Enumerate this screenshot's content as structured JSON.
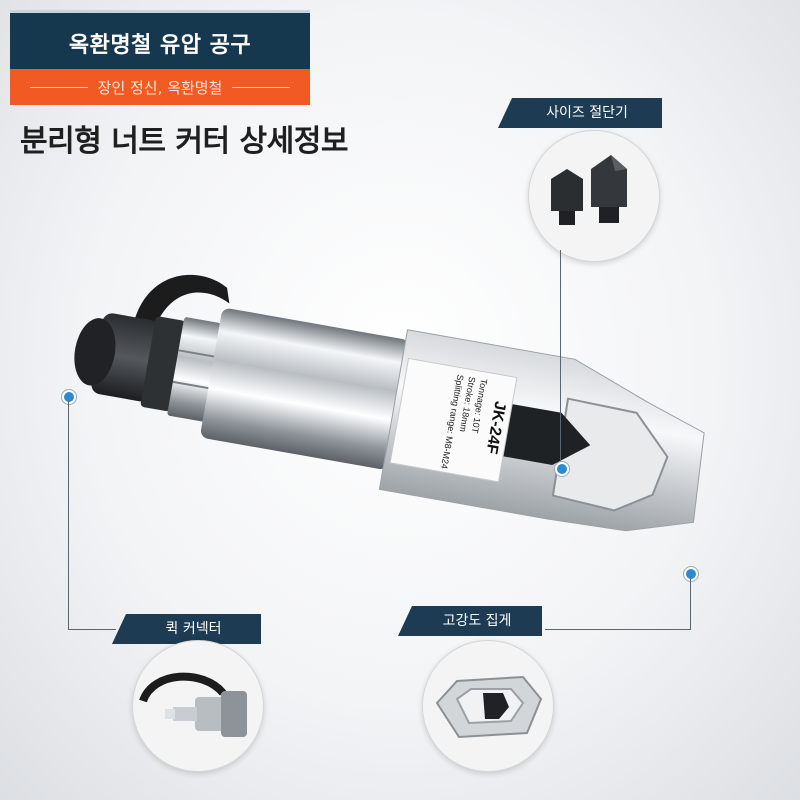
{
  "brand": {
    "title": "옥환명철 유압 공구",
    "slogan": "장인 정신, 옥환명철"
  },
  "page_title": "분리형 너트 커터 상세정보",
  "callouts": {
    "size_blade": "사이즈 절단기",
    "quick_connector": "퀵 커넥터",
    "high_strength_clamp": "고강도 집게"
  },
  "product_label": {
    "model": "JK-24F",
    "tonnage": "Tonnage: 10T",
    "stroke": "Stroke: 18mm",
    "splitting_range": "Splitting range: M8-M24"
  },
  "colors": {
    "navy": "#16384f",
    "orange": "#f15a22",
    "accent_blue": "#2b8bd2"
  }
}
